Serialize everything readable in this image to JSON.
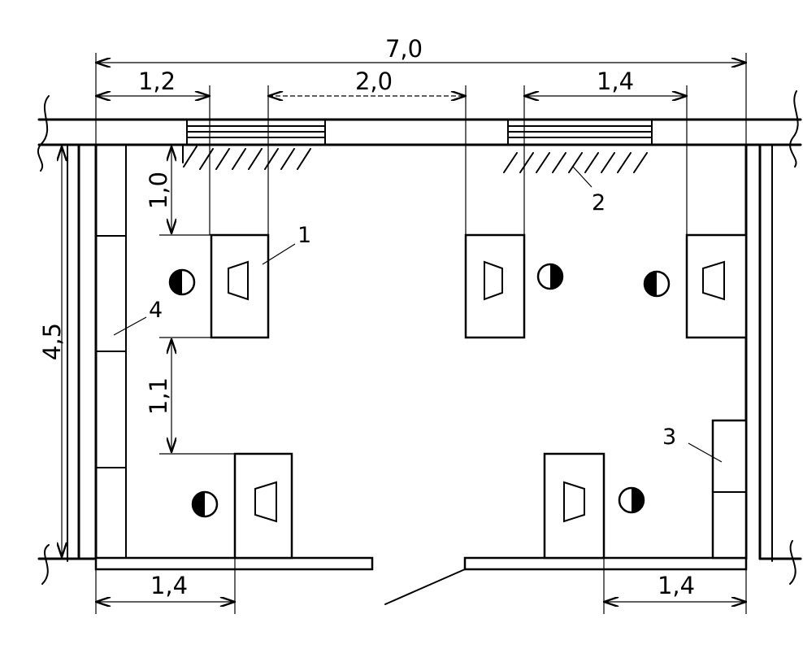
{
  "dimensions": {
    "total_width": "7,0",
    "window1_offset": "1,2",
    "window_gap": "2,0",
    "window2_width": "1,4",
    "room_depth": "4,5",
    "desk_to_window": "1,0",
    "desk_spacing": "1,1",
    "bottom_left": "1,4",
    "bottom_right": "1,4"
  },
  "labels": {
    "item1": "1",
    "item2": "2",
    "item3": "3",
    "item4": "4"
  }
}
